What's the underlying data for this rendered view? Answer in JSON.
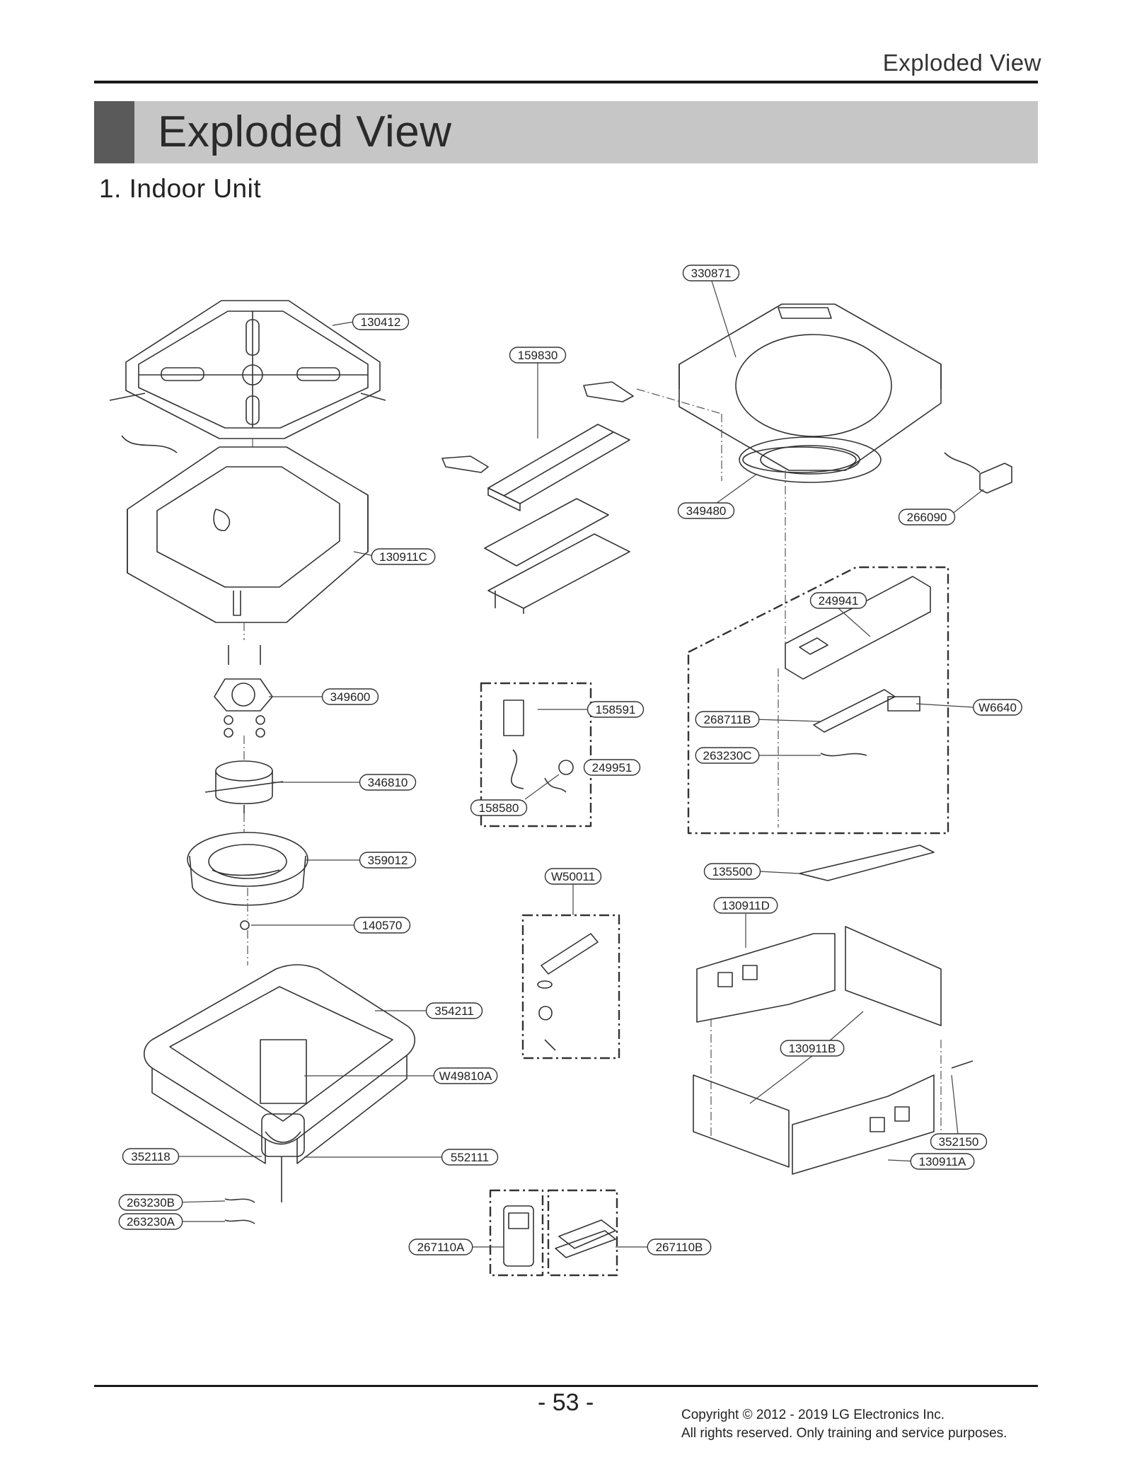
{
  "header": {
    "running_title": "Exploded View",
    "page_title": "Exploded View",
    "section": "1. Indoor Unit"
  },
  "diagram": {
    "labels": [
      {
        "id": "c1",
        "text": "330871"
      },
      {
        "id": "c2",
        "text": "130412"
      },
      {
        "id": "c3",
        "text": "159830"
      },
      {
        "id": "c4",
        "text": "349480"
      },
      {
        "id": "c5",
        "text": "266090"
      },
      {
        "id": "c6",
        "text": "130911C"
      },
      {
        "id": "c7",
        "text": "249941"
      },
      {
        "id": "c8",
        "text": "349600"
      },
      {
        "id": "c9",
        "text": "158591"
      },
      {
        "id": "c10",
        "text": "268711B"
      },
      {
        "id": "c11",
        "text": "W6640"
      },
      {
        "id": "c12",
        "text": "263230C"
      },
      {
        "id": "c13",
        "text": "249951"
      },
      {
        "id": "c14",
        "text": "346810"
      },
      {
        "id": "c15",
        "text": "158580"
      },
      {
        "id": "c16",
        "text": "359012"
      },
      {
        "id": "c17",
        "text": "W50011"
      },
      {
        "id": "c18",
        "text": "135500"
      },
      {
        "id": "c19",
        "text": "140570"
      },
      {
        "id": "c20",
        "text": "130911D"
      },
      {
        "id": "c21",
        "text": "354211"
      },
      {
        "id": "c22",
        "text": "130911B"
      },
      {
        "id": "c23",
        "text": "W49810A"
      },
      {
        "id": "c24",
        "text": "352118"
      },
      {
        "id": "c25",
        "text": "552111"
      },
      {
        "id": "c26",
        "text": "352150"
      },
      {
        "id": "c27",
        "text": "130911A"
      },
      {
        "id": "c28",
        "text": "263230B"
      },
      {
        "id": "c29",
        "text": "263230A"
      },
      {
        "id": "c30",
        "text": "267110A"
      },
      {
        "id": "c31",
        "text": "267110B"
      }
    ]
  },
  "footer": {
    "page_number": "- 53 -",
    "copyright_line1": "Copyright © 2012 - 2019 LG Electronics Inc.",
    "copyright_line2": "All rights reserved. Only training and service purposes."
  }
}
